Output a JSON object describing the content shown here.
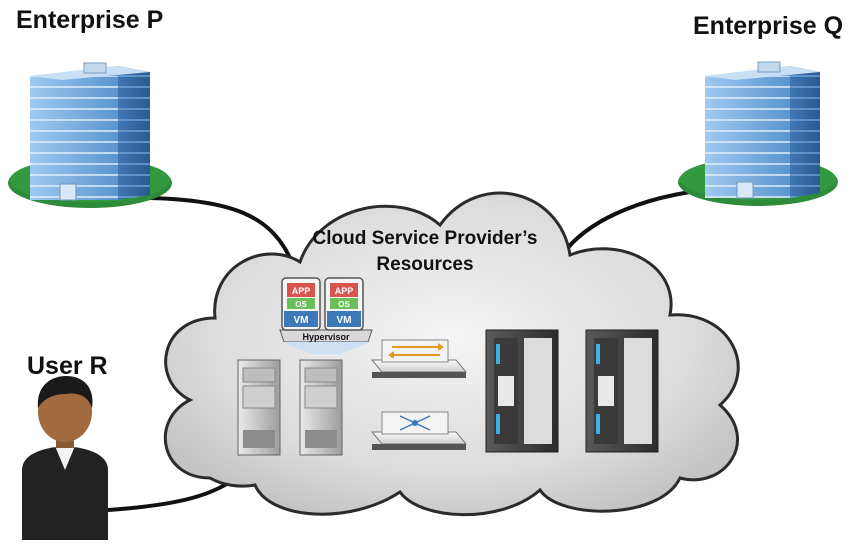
{
  "labels": {
    "enterprise_p": "Enterprise P",
    "enterprise_q": "Enterprise Q",
    "user_r": "User R",
    "cloud_title_line1": "Cloud Service Provider’s",
    "cloud_title_line2": "Resources"
  },
  "vm_stack": {
    "app": "APP",
    "os": "OS",
    "vm": "VM",
    "hypervisor": "Hypervisor"
  },
  "colors": {
    "cloud_fill": "#d7d7d7",
    "building_blue": "#5b9bd5",
    "lawn_green": "#2e8b3a",
    "vm_green": "#5cb85c",
    "app_red": "#d9534f"
  }
}
